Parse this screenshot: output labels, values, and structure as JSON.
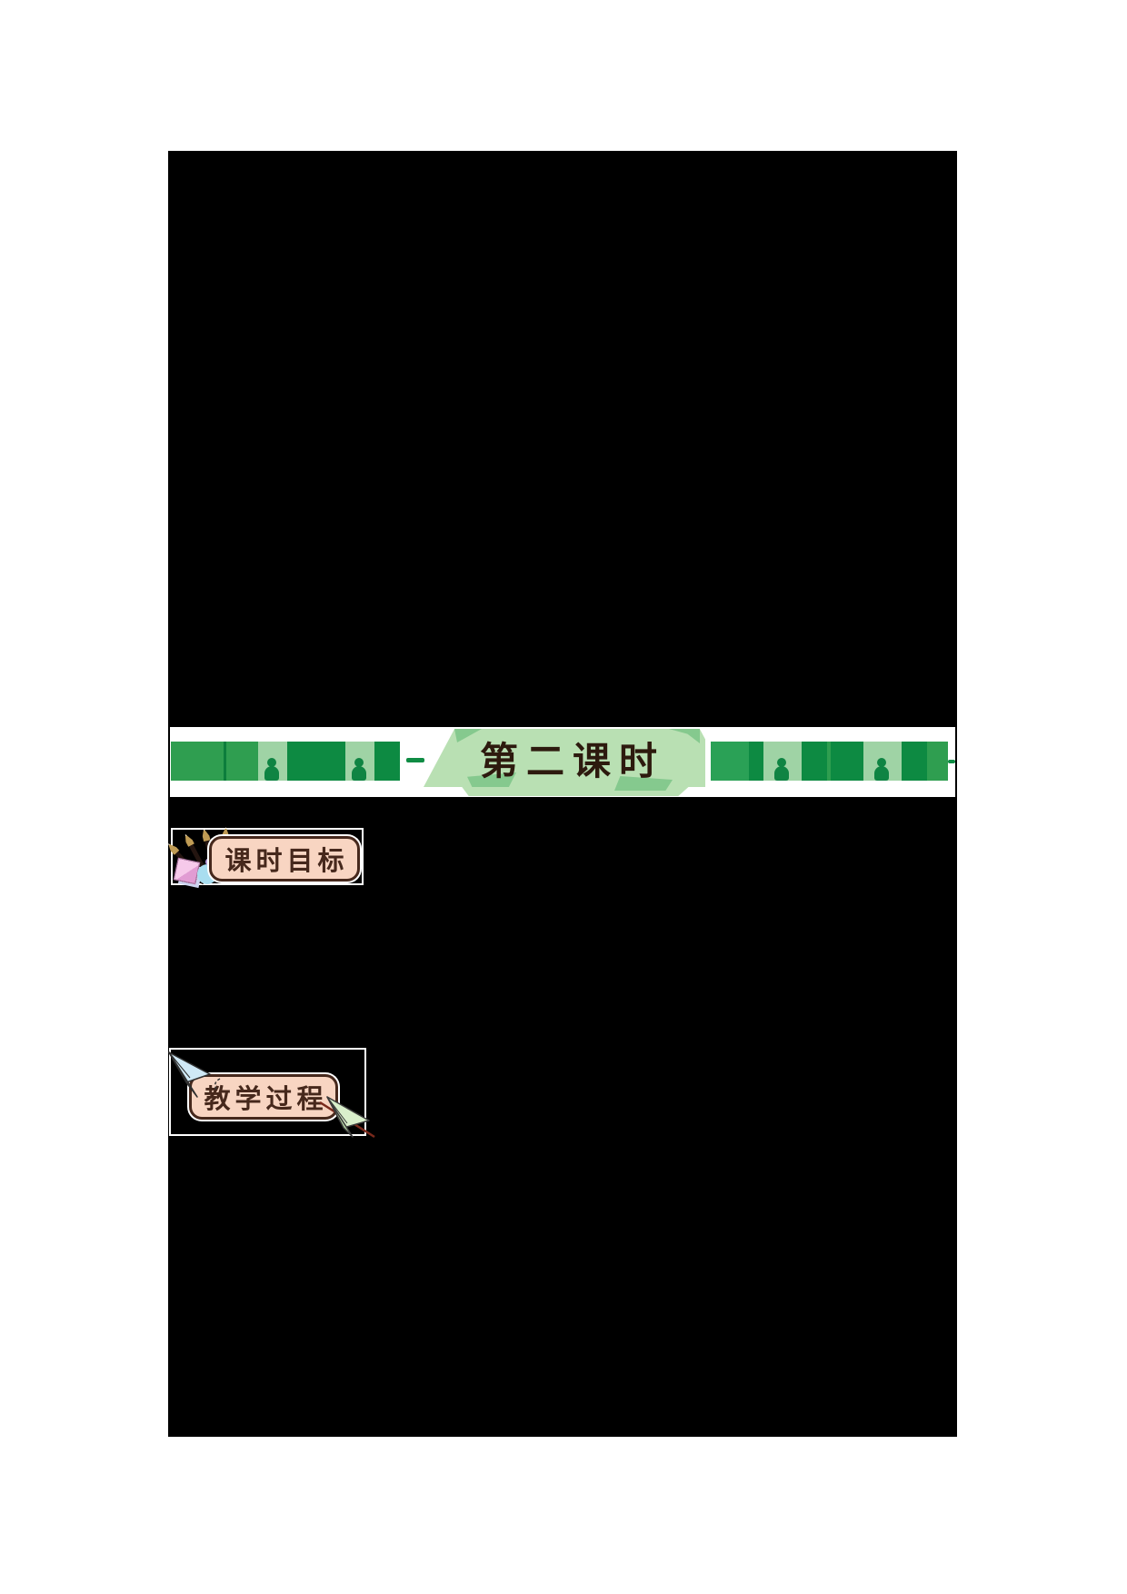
{
  "banner": {
    "title": "第二课时",
    "panel_color": "#b9e0b3",
    "panel_fold_color": "#85c98e",
    "strip_dark_green": "#0d8a42",
    "strip_medium_green": "#2f9e50",
    "strip_pale_green": "#9fd3a5",
    "title_color": "#2d1a0e"
  },
  "section_badges": [
    {
      "label": "课时目标",
      "icon": "calligraphy-brushes-icon",
      "ornaments": [
        "origami-note-icon",
        "flower-icon"
      ],
      "pill_fill_color": "#f8d5c2",
      "pill_border_color": "#46281c",
      "label_color": "#46281c"
    },
    {
      "label": "教学过程",
      "icon": "paper-airplane-icons",
      "ornaments": [
        "paper-airplane-blue-icon",
        "paper-airplane-green-icon"
      ],
      "pill_fill_color": "#f8d5c2",
      "pill_border_color": "#46281c",
      "label_color": "#46281c"
    }
  ]
}
